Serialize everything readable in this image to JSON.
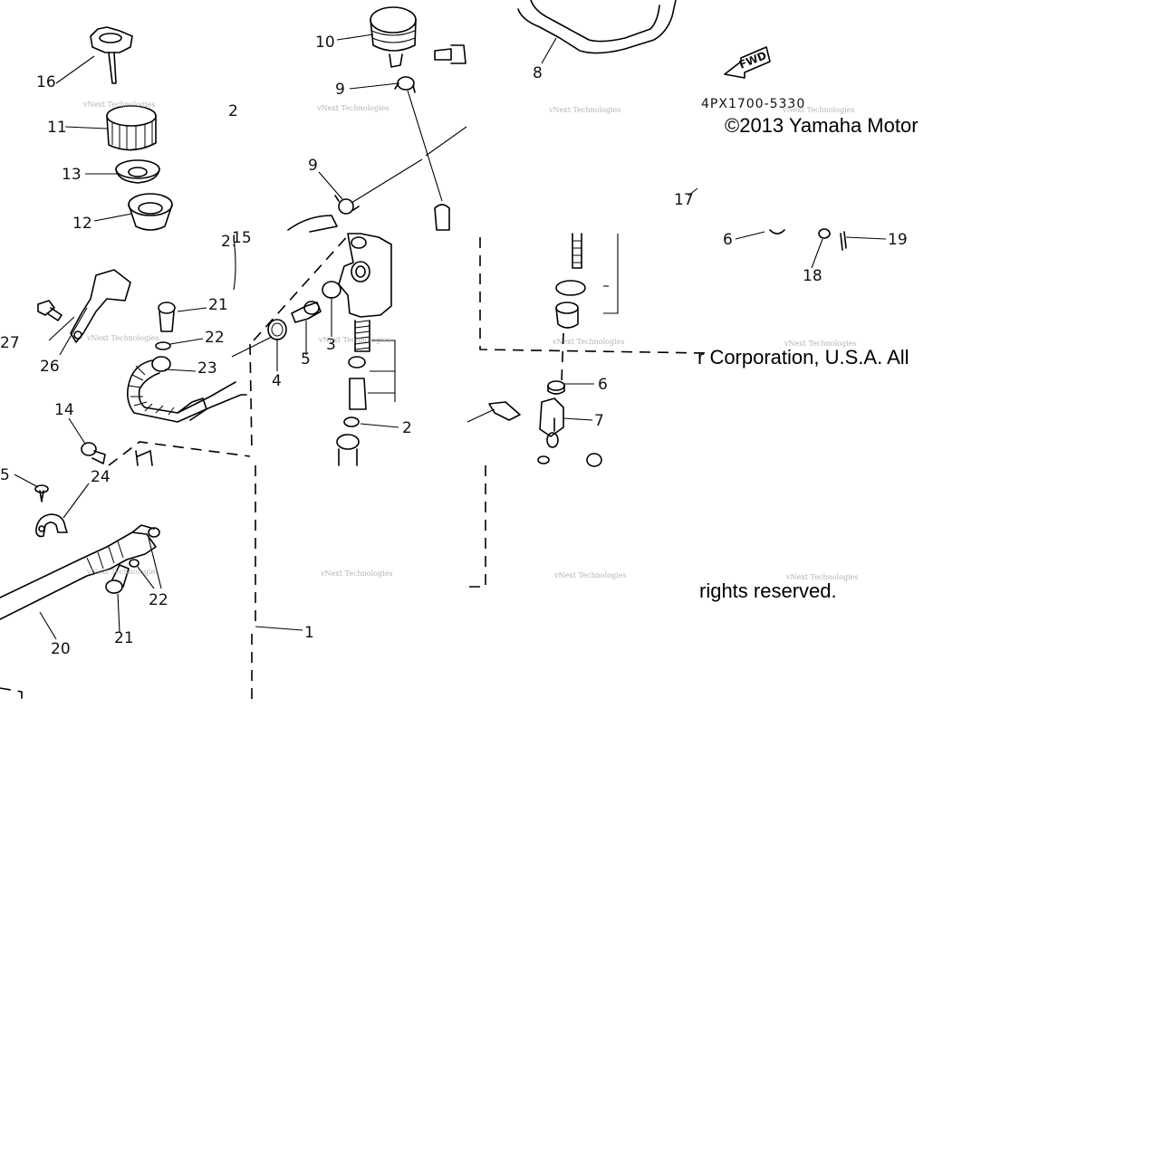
{
  "diagram": {
    "code": "4PX1700-5330",
    "fwd_label": "FWD",
    "copyright_line1": "©2013 Yamaha Motor",
    "copyright_line2": "r Corporation, U.S.A. All",
    "copyright_line3": "rights reserved.",
    "watermark": "vNext Technologies",
    "callouts": {
      "c16": "16",
      "c11": "11",
      "c13": "13",
      "c12": "12",
      "c10": "10",
      "c9a": "9",
      "c9b": "9",
      "c8": "8",
      "c2top": "2",
      "c25": "2!",
      "c15top": "15",
      "c21a": "21",
      "c22a": "22",
      "c23": "23",
      "c27": "27",
      "c26": "26",
      "c4": "4",
      "c5": "5",
      "c3": "3",
      "c14": "14",
      "c15left": "5",
      "c24": "24",
      "c22b": "22",
      "c21b": "21",
      "c20": "20",
      "c1": "1",
      "c2": "2",
      "c6a": "6",
      "c7": "7",
      "c17": "17",
      "c6b": "6",
      "c18": "18",
      "c19": "19"
    }
  }
}
